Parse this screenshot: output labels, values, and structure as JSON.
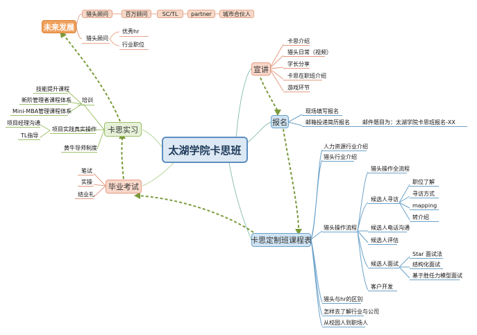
{
  "central": "太湖学院卡思班",
  "future": {
    "title": "未来发展",
    "path": [
      "猎头顾问",
      "百万顾问",
      "SC/TL",
      "partner",
      "城市合伙人"
    ],
    "alt": "猎头顾问",
    "alt_children": [
      "优秀hr",
      "行业职位"
    ]
  },
  "internship": {
    "title": "卡思实习",
    "training": "培训",
    "training_children": [
      "技能提升课程",
      "新阶管理者课程体系",
      "Mini-MBA管理课程体系"
    ],
    "practice": "项目实践真实操作",
    "practice_children": [
      "项目经理沟通",
      "TL指导"
    ],
    "mentor": "黄牛导师制度"
  },
  "exam": {
    "title": "毕业考试",
    "items": [
      "笔试",
      "实操",
      "结业礼"
    ]
  },
  "promo": {
    "title": "宣讲",
    "items": [
      "卡思介绍",
      "猎头日常（视频）",
      "学长分享",
      "卡思在职班介绍",
      "游戏环节"
    ]
  },
  "signup": {
    "title": "报名",
    "onsite": "现场填写报名",
    "email": "邮箱投递简历报名",
    "email_note": "邮件题目为：太湖学院卡思班报名-XX"
  },
  "course": {
    "title": "卡思定制班课程表",
    "items": [
      "人力资源行业介绍",
      "猎头行业介绍",
      "猎头操作流程",
      "猎头与hr的区别",
      "怎样去了解行业与公司",
      "从校园人到职场人"
    ],
    "process": [
      "猎头操作全流程",
      "候选人寻访",
      "候选人电话沟通",
      "候选人评估",
      "候选人面试",
      "客户开发"
    ],
    "search": [
      "职位了解",
      "寻访方式",
      "mapping",
      "转介绍"
    ],
    "interview": [
      "Star 面试法",
      "结构化面试",
      "基于胜任力模型面试"
    ]
  },
  "colors": {
    "peach": "#f8d7c9",
    "green": "#e6f1d8",
    "blue": "#cfe3f2",
    "orange": "#f0a15e",
    "accent": "#5b8ec0",
    "dashed": "#7a9a3a"
  }
}
